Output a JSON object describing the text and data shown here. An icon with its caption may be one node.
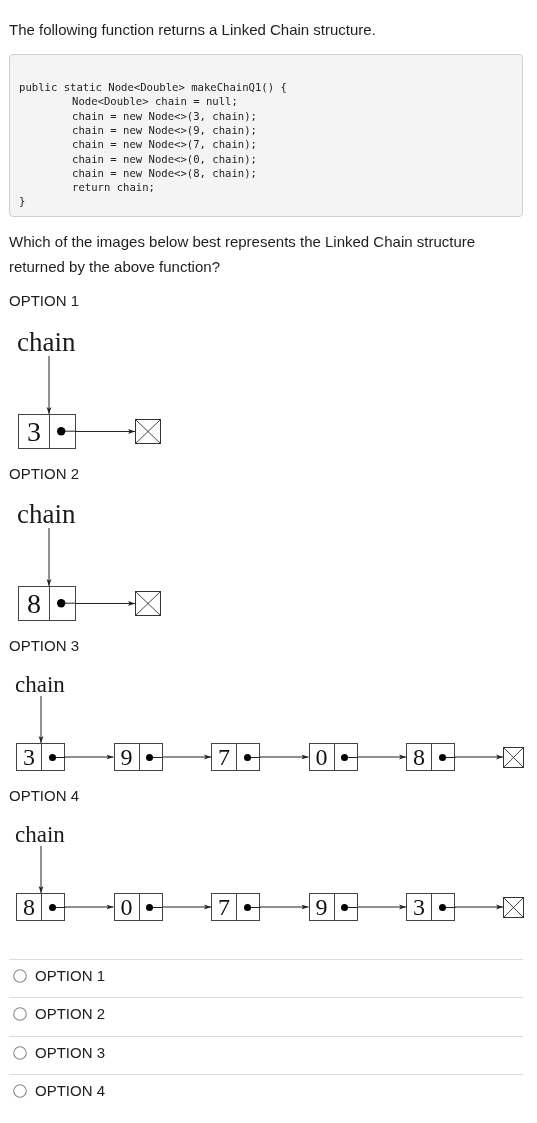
{
  "diagram": {
    "title": "The following function returns a Linked Chain structure.",
    "nodes": [
      {
        "text": [
          "chain"
        ]
      },
      {
        "text": [
          "3"
        ]
      },
      {
        "text": [],
        "shape": "circle",
        "in": 1
      },
      {
        "text": [],
        "shape": "box"
      },
      {
        "text": [
          "chain"
        ]
      },
      {
        "text": [
          "8"
        ]
      },
      {
        "text": [],
        "shape": "circle",
        "in": 5
      },
      {
        "text": [],
        "shape": "box"
      },
      {
        "text": [
          "chain"
        ]
      },
      {
        "text": [
          "3"
        ]
      },
      {
        "text": [],
        "shape": "circle",
        "in": 9
      },
      {
        "text": [
          "9"
        ]
      },
      {
        "text": [],
        "shape": "circle",
        "in": 11
      },
      {
        "text": [
          "7"
        ]
      },
      {
        "text": [],
        "shape": "circle",
        "in": 13
      },
      {
        "text": [
          "0"
        ]
      },
      {
        "text": [],
        "shape": "circle",
        "in": 15
      },
      {
        "text": [
          "8"
        ]
      },
      {
        "text": [],
        "shape": "circle",
        "in": 17
      },
      {
        "text": [],
        "shape": "box"
      },
      {
        "text": [
          "chain"
        ]
      },
      {
        "text": [
          "8"
        ]
      },
      {
        "text": [],
        "shape": "circle",
        "in": 21
      },
      {
        "text": [
          "0"
        ]
      },
      {
        "text": [],
        "shape": "circle",
        "in": 23
      },
      {
        "text": [
          "7"
        ]
      },
      {
        "text": [],
        "shape": "circle",
        "in": 25
      },
      {
        "text": [
          "9"
        ]
      },
      {
        "text": [],
        "shape": "circle",
        "in": 27
      },
      {
        "text": [
          "3"
        ]
      },
      {
        "text": [],
        "shape": "circle",
        "in": 29
      },
      {
        "text": [],
        "shape": "box"
      }
    ],
    "edges": [
      {
        "from": 0,
        "to": 1,
        "arrow": "to"
      },
      {
        "from": 2,
        "to": 3,
        "arrow": "to"
      },
      {
        "from": 4,
        "to": 5,
        "arrow": "to"
      },
      {
        "from": 6,
        "to": 7,
        "arrow": "to"
      },
      {
        "from": 8,
        "to": 9,
        "arrow": "to"
      },
      {
        "from": 10,
        "to": 11,
        "arrow": "to"
      },
      {
        "from": 12,
        "to": 13,
        "arrow": "to"
      },
      {
        "from": 14,
        "to": 15,
        "arrow": "to"
      },
      {
        "from": 16,
        "to": 17,
        "arrow": "to"
      },
      {
        "from": 18,
        "to": 19,
        "arrow": "to"
      },
      {
        "from": 20,
        "to": 21,
        "arrow": "to"
      },
      {
        "from": 22,
        "to": 23,
        "arrow": "to"
      },
      {
        "from": 24,
        "to": 25,
        "arrow": "to"
      },
      {
        "from": 26,
        "to": 27,
        "arrow": "to"
      },
      {
        "from": 28,
        "to": 29,
        "arrow": "to"
      },
      {
        "from": 30,
        "to": 31,
        "arrow": "to"
      }
    ],
    "labels": [
      "public static Node<Double> makeChainQ1() {",
      "Node<Double> chain = null;",
      "chain = new Node<>(3, chain);",
      "chain = new Node<>(9, chain);",
      "chain = new Node<>(7, chain);",
      "chain = new Node<>(0, chain);",
      "chain = new Node<>(8, chain);",
      "return chain;",
      "}",
      "Which of the images below best represents the Linked Chain structure returned by the above function?",
      "OPTION 1",
      "OPTION 2",
      "OPTION 3",
      "OPTION 4",
      "OPTION 1",
      "OPTION 2",
      "OPTION 3",
      "OPTION 4"
    ]
  }
}
